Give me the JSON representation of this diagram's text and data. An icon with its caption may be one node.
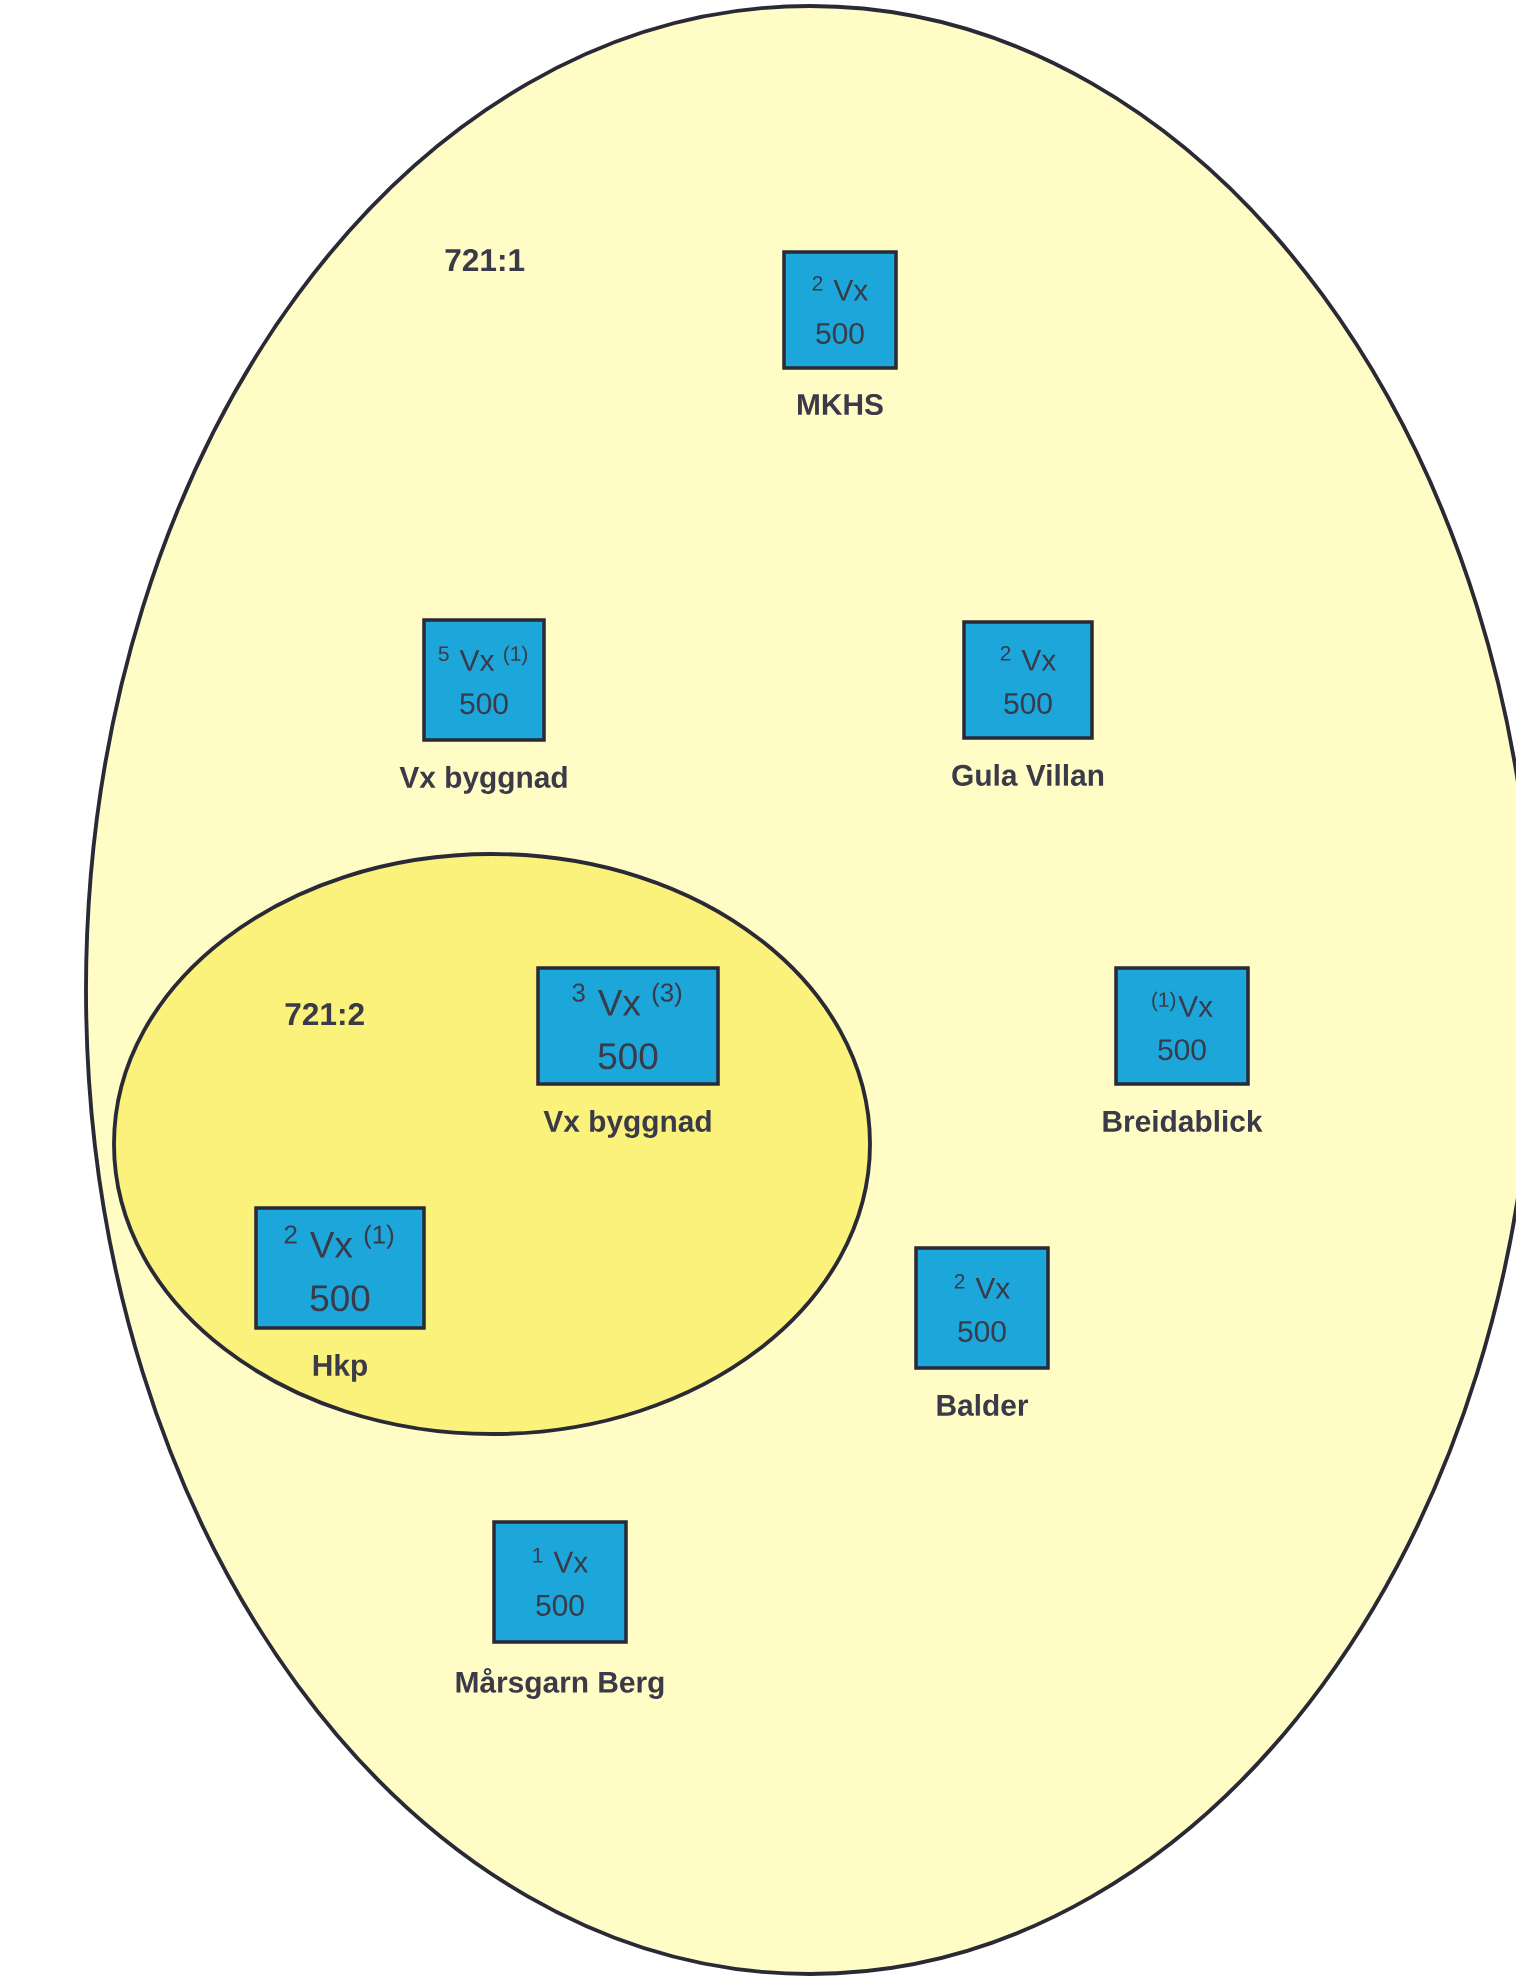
{
  "diagram": {
    "nodes": [
      {
        "text": [
          "721:1"
        ]
      },
      {
        "text": [
          "$^{2}$ Vx",
          "500"
        ],
        "beside": [
          "MKHS"
        ],
        "in": 0
      },
      {
        "text": [
          "$^{5}$ Vx $^{(1)}$",
          "500"
        ],
        "beside": [
          "Vx byggnad"
        ],
        "in": 0
      },
      {
        "text": [
          "$^{2}$ Vx",
          "500"
        ],
        "beside": [
          "Gula Villan"
        ],
        "in": 0
      },
      {
        "text": [
          "721:2"
        ],
        "in": 0
      },
      {
        "text": [
          "$^{3}$ Vx $^{(3)}$",
          "500"
        ],
        "beside": [
          "Vx byggnad"
        ],
        "in": 4
      },
      {
        "text": [
          "$^{(1)}$Vx",
          "500"
        ],
        "beside": [
          "Breidablick"
        ],
        "in": 0
      },
      {
        "text": [
          "$^{2}$ Vx $^{(1)}$",
          "500"
        ],
        "beside": [
          "Hkp"
        ],
        "in": 4
      },
      {
        "text": [
          "$^{2}$ Vx",
          "500"
        ],
        "beside": [
          "Balder"
        ],
        "in": 0
      },
      {
        "text": [
          "$^{1}$ Vx",
          "500"
        ],
        "beside": [
          "Mårsgarn Berg"
        ],
        "in": 0
      }
    ]
  }
}
